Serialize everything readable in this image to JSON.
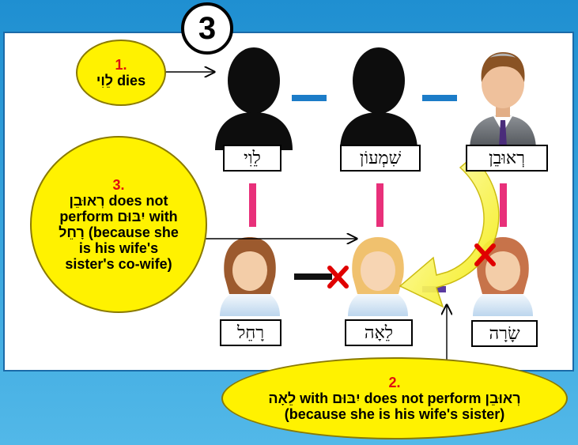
{
  "step_number": "3",
  "people": {
    "levi": "לֵוִי",
    "shimon": "שִׁמְעוֹן",
    "reuven": "רְאוּבֵן",
    "rachel": "רָחֵל",
    "leah": "לֵאָה",
    "sarah": "שָׂרָה"
  },
  "notes": {
    "note1": {
      "number": "1.",
      "line1": "לֵוִי dies"
    },
    "note3": {
      "number": "3.",
      "line1": "רְאוּבֵן does not",
      "line2": "perform יִבּוּם with",
      "line3": "רָחֵל (because she",
      "line4": "is his wife's",
      "line5": "sister's co-wife)"
    },
    "note2": {
      "number": "2.",
      "line1": "לֵאָה with יִבּוּם does not perform רְאוּבֵן",
      "line2": "(because she is his wife's sister)"
    }
  },
  "colors": {
    "male_link": "#1c7cc8",
    "marriage_link": "#e8307a",
    "bubble_fill": "#fff200",
    "cross": "#e00000"
  }
}
